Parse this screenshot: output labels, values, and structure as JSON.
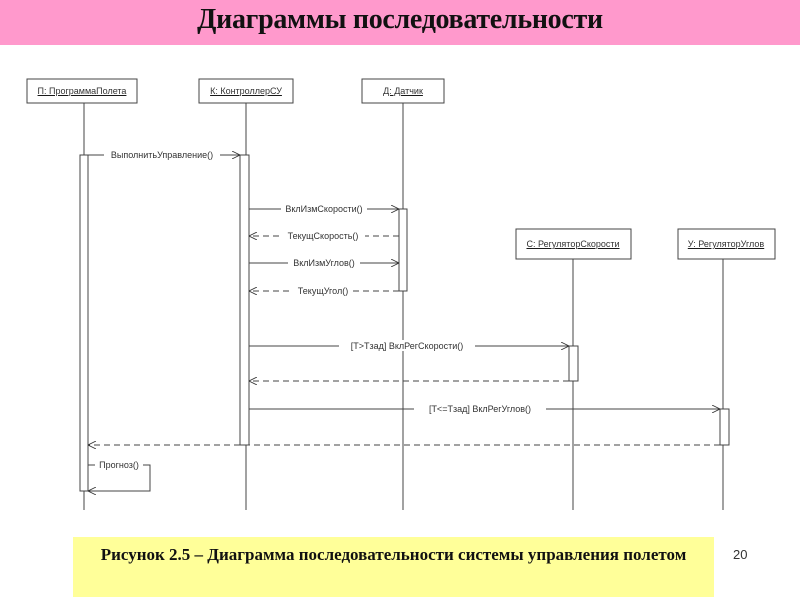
{
  "header": {
    "title": "Диаграммы последовательности"
  },
  "diagram": {
    "lifelines": [
      {
        "label": "П: ПрограммаПолета"
      },
      {
        "label": "К: КонтроллерСУ"
      },
      {
        "label": "Д: Датчик"
      },
      {
        "label": "С: РегуляторСкорости"
      },
      {
        "label": "У: РегуляторУглов"
      }
    ],
    "messages": [
      {
        "label": "ВыполнитьУправление()",
        "from": "П",
        "to": "К",
        "kind": "call"
      },
      {
        "label": "ВклИзмСкорости()",
        "from": "К",
        "to": "Д",
        "kind": "call"
      },
      {
        "label": "ТекущСкорость()",
        "from": "Д",
        "to": "К",
        "kind": "return"
      },
      {
        "label": "ВклИзмУглов()",
        "from": "К",
        "to": "Д",
        "kind": "call"
      },
      {
        "label": "ТекущУгол()",
        "from": "Д",
        "to": "К",
        "kind": "return"
      },
      {
        "label": "[T>Tзад] ВклРегСкорости()",
        "from": "К",
        "to": "С",
        "kind": "call"
      },
      {
        "label": "",
        "from": "С",
        "to": "К",
        "kind": "return"
      },
      {
        "label": "[T<=Tзад] ВклРегУглов()",
        "from": "К",
        "to": "У",
        "kind": "call"
      },
      {
        "label": "",
        "from": "У",
        "to": "П",
        "kind": "return"
      },
      {
        "label": "Прогноз()",
        "from": "П",
        "to": "П",
        "kind": "self"
      }
    ]
  },
  "caption": {
    "text": "Рисунок 2.5 – Диаграмма последовательности системы управления полетом"
  },
  "page_number": "20",
  "colors": {
    "header_bg": "#ff99cc",
    "caption_bg": "#ffff99"
  }
}
